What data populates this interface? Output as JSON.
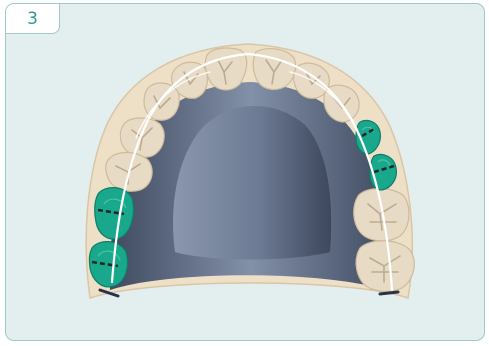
{
  "step": {
    "number": "3"
  },
  "figure": {
    "colors": {
      "background": "#e3efef",
      "card_border": "#9fcac7",
      "step_number": "#2c9a93",
      "gum": "#eedfc7",
      "tooth_fill": "#e8dbc5",
      "tooth_detail": "#bcab90",
      "palate_dark": "#3f4a60",
      "palate_light": "#8290a8",
      "abutment_green": "#1aa88c",
      "outline_white": "#ffffff",
      "cut_line": "#1f2b2a"
    },
    "icons": [
      "upper-jaw-occlusal-view",
      "bridge-outline",
      "abutment-tooth-highlight"
    ]
  }
}
